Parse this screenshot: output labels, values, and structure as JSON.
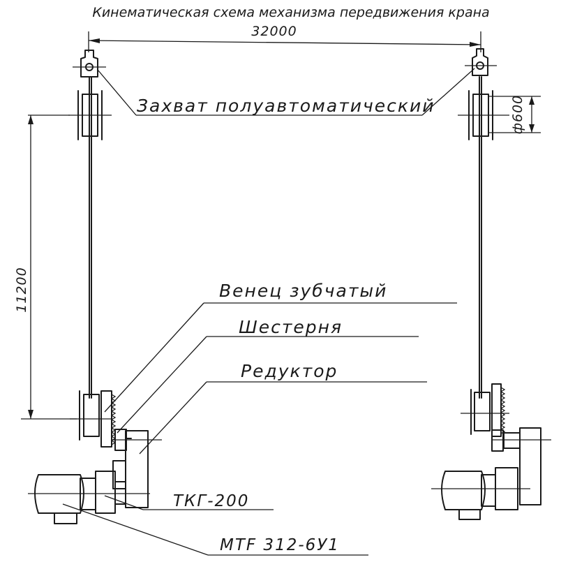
{
  "title": "Кинематическая схема механизма передвижения крана",
  "dimensions": {
    "span": "32000",
    "wheelbase": "11200",
    "wheel_diameter": "ф600"
  },
  "labels": {
    "gripper": "Захват полуавтоматический",
    "ring_gear": "Венец зубчатый",
    "pinion": "Шестерня",
    "reducer": "Редуктор",
    "coupling": "ТКГ-200",
    "motor": "MTF 312-6У1"
  }
}
